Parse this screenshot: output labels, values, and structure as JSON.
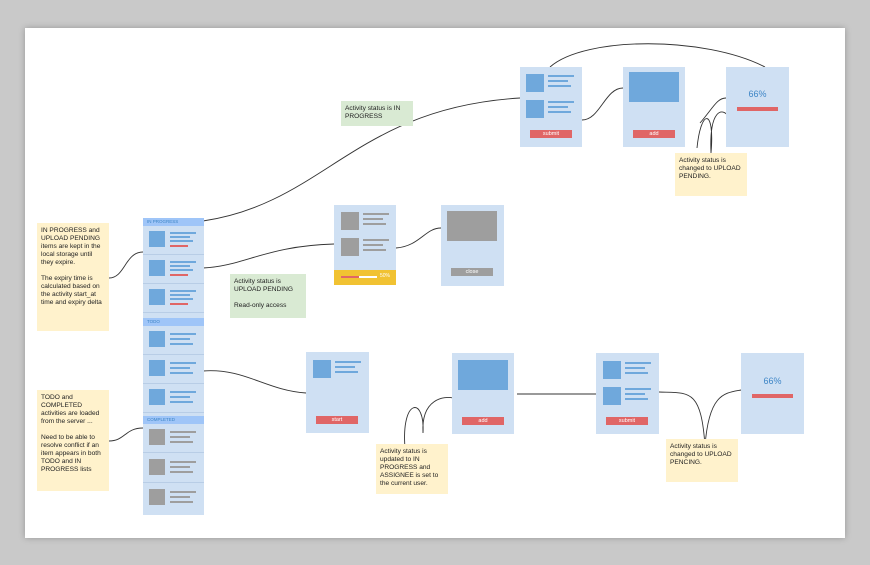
{
  "notes": {
    "in_progress_local": "IN PROGRESS and UPLOAD PENDING items are kept in the local storage until they expire.\n\nThe expiry time is calculated based on the activity start_at time and expiry delta",
    "todo_completed_server": "TODO and COMPLETED activities are loaded from the server ...\n\nNeed to be able to resolve conflict if an item appears in both TODO and IN PROGRESS lists",
    "status_in_progress": "Activity status is IN PROGRESS",
    "status_upload_pending_readonly": "Activity status is UPLOAD PENDING\n\nRead-only access",
    "status_changed_upload_pending_top": "Activity status is changed to UPLOAD PENDING.",
    "status_updated_in_progress_assignee": "Activity status is updated to IN PROGRESS and ASSIGNEE is set to the current user.",
    "status_changed_upload_pencing_bottom": "Activity status is changed to UPLOAD PENCING."
  },
  "list": {
    "in_progress_header": "IN PROGRESS",
    "todo_header": "TODO",
    "completed_header": "COMPLETED"
  },
  "buttons": {
    "submit_top": "submit",
    "add_top": "add",
    "close": "close",
    "start": "start",
    "add_bottom": "add",
    "submit_bottom": "submit"
  },
  "progress": {
    "top_percent_label": "66%",
    "bottom_percent_label": "66%",
    "upload_bar_label": "50%",
    "upload_bar_fraction": 0.5
  },
  "colors": {
    "screen": "#cfe0f3",
    "thumb": "#6fa8dc",
    "button": "#e06666",
    "note_yellow": "#fff2cc",
    "note_green": "#d9ead3",
    "upload_bar": "#f1c232"
  }
}
